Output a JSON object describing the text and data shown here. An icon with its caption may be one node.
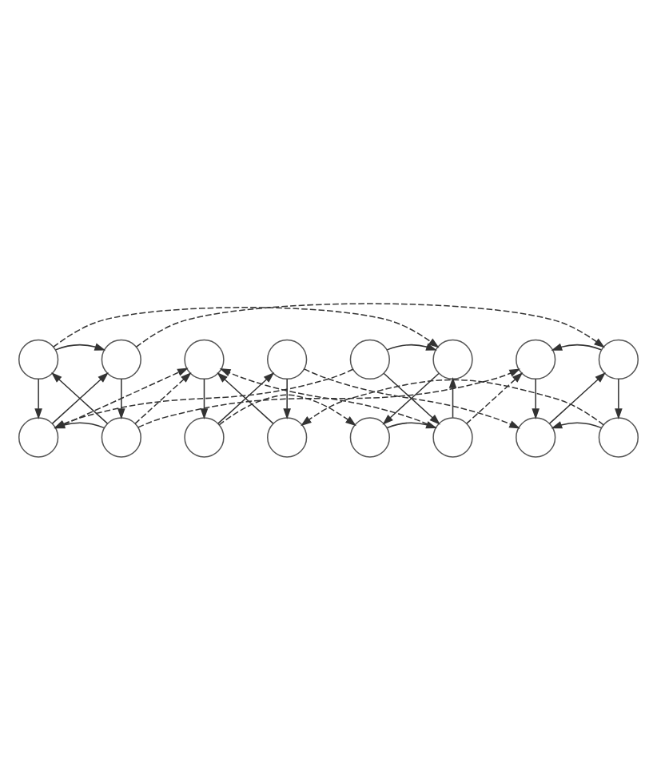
{
  "diagram": {
    "nodes": [
      {
        "text": [],
        "shape": "circle"
      },
      {
        "text": [],
        "shape": "circle"
      },
      {
        "text": [],
        "shape": "circle"
      },
      {
        "text": [],
        "shape": "circle"
      },
      {
        "text": [],
        "shape": "circle"
      },
      {
        "text": [],
        "shape": "circle"
      },
      {
        "text": [],
        "shape": "circle"
      },
      {
        "text": [],
        "shape": "circle"
      },
      {
        "text": [],
        "shape": "circle"
      },
      {
        "text": [],
        "shape": "circle"
      },
      {
        "text": [],
        "shape": "circle"
      },
      {
        "text": [],
        "shape": "circle"
      },
      {
        "text": [],
        "shape": "circle"
      },
      {
        "text": [],
        "shape": "circle"
      },
      {
        "text": [],
        "shape": "circle"
      },
      {
        "text": [],
        "shape": "circle"
      }
    ],
    "edges": [
      {
        "from": 0,
        "to": 1,
        "arrow": "to"
      },
      {
        "from": 0,
        "to": 2,
        "arrow": "to"
      },
      {
        "from": 1,
        "to": 3,
        "arrow": "to"
      },
      {
        "from": 3,
        "to": 2,
        "arrow": "to"
      },
      {
        "from": 2,
        "to": 1,
        "arrow": "to"
      },
      {
        "from": 3,
        "to": 0,
        "arrow": "to"
      },
      {
        "from": 5,
        "to": 4,
        "arrow": "to"
      },
      {
        "from": 4,
        "to": 8,
        "arrow": "to"
      },
      {
        "from": 5,
        "to": 9,
        "arrow": "to"
      },
      {
        "from": 8,
        "to": 9,
        "arrow": "to"
      },
      {
        "from": 9,
        "to": 4,
        "arrow": "to"
      },
      {
        "from": 7,
        "to": 6,
        "arrow": "to"
      },
      {
        "from": 6,
        "to": 10,
        "arrow": "to"
      },
      {
        "from": 7,
        "to": 11,
        "arrow": "to"
      },
      {
        "from": 11,
        "to": 10,
        "arrow": "to"
      },
      {
        "from": 10,
        "to": 7,
        "arrow": "to"
      },
      {
        "from": 12,
        "to": 14,
        "arrow": "to"
      },
      {
        "from": 13,
        "to": 15,
        "arrow": "to"
      },
      {
        "from": 14,
        "to": 13,
        "arrow": "to"
      },
      {
        "from": 15,
        "to": 12,
        "arrow": "to"
      },
      {
        "from": 0,
        "to": 4,
        "arrow": "to",
        "style": "dashed"
      },
      {
        "from": 5,
        "to": 2,
        "arrow": "to",
        "style": "dashed"
      },
      {
        "from": 1,
        "to": 7,
        "arrow": "to",
        "style": "dashed"
      },
      {
        "from": 3,
        "to": 6,
        "arrow": "to",
        "style": "dashed"
      },
      {
        "from": 9,
        "to": 6,
        "arrow": "to",
        "style": "dashed"
      },
      {
        "from": 2,
        "to": 12,
        "arrow": "to",
        "style": "dashed"
      },
      {
        "from": 3,
        "to": 12,
        "arrow": "to",
        "style": "dashed"
      },
      {
        "from": 9,
        "to": 12,
        "arrow": "to",
        "style": "dashed"
      },
      {
        "from": 14,
        "to": 8,
        "arrow": "to",
        "style": "dashed"
      },
      {
        "from": 13,
        "to": 10,
        "arrow": "to",
        "style": "dashed"
      },
      {
        "from": 11,
        "to": 15,
        "arrow": "to",
        "style": "dashed"
      }
    ]
  }
}
